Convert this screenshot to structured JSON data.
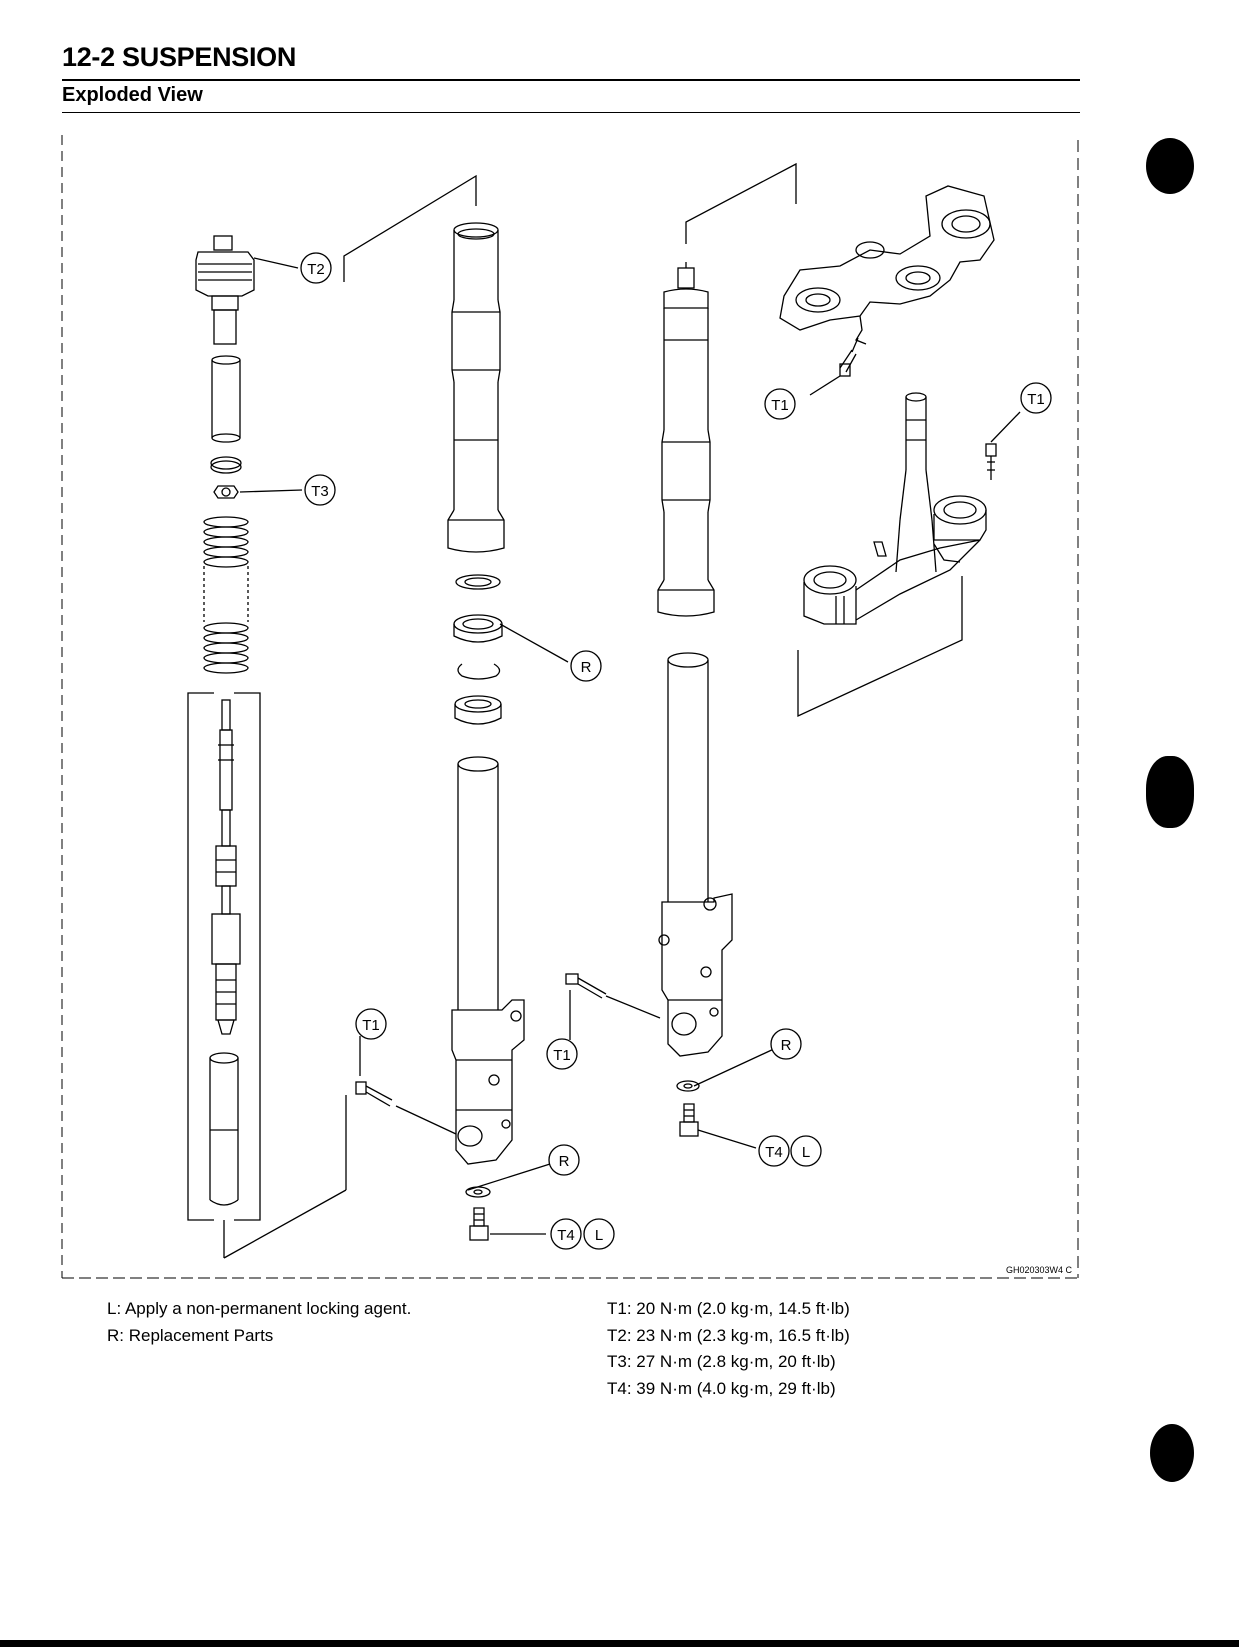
{
  "header": {
    "title": "12-2 SUSPENSION",
    "section": "Exploded View"
  },
  "diagram": {
    "callouts": {
      "t2": "T2",
      "t3": "T3",
      "t1_top_clamp": "T1",
      "t1_stem": "T1",
      "t1_left_axle": "T1",
      "t1_right_axle": "T1",
      "r_oil_seal": "R",
      "r_left_washer": "R",
      "r_right_washer": "R",
      "t4_left": "T4",
      "l_left": "L",
      "t4_right": "T4",
      "l_right": "L"
    },
    "figure_code": "GH020303W4 C"
  },
  "legend": {
    "notes": [
      "L: Apply a non-permanent locking agent.",
      "R: Replacement Parts"
    ],
    "torques": [
      "T1: 20 N·m (2.0 kg·m, 14.5 ft·lb)",
      "T2: 23 N·m (2.3 kg·m, 16.5 ft·lb)",
      "T3: 27 N·m (2.8 kg·m, 20 ft·lb)",
      "T4: 39 N·m (4.0 kg·m, 29 ft·lb)"
    ]
  }
}
